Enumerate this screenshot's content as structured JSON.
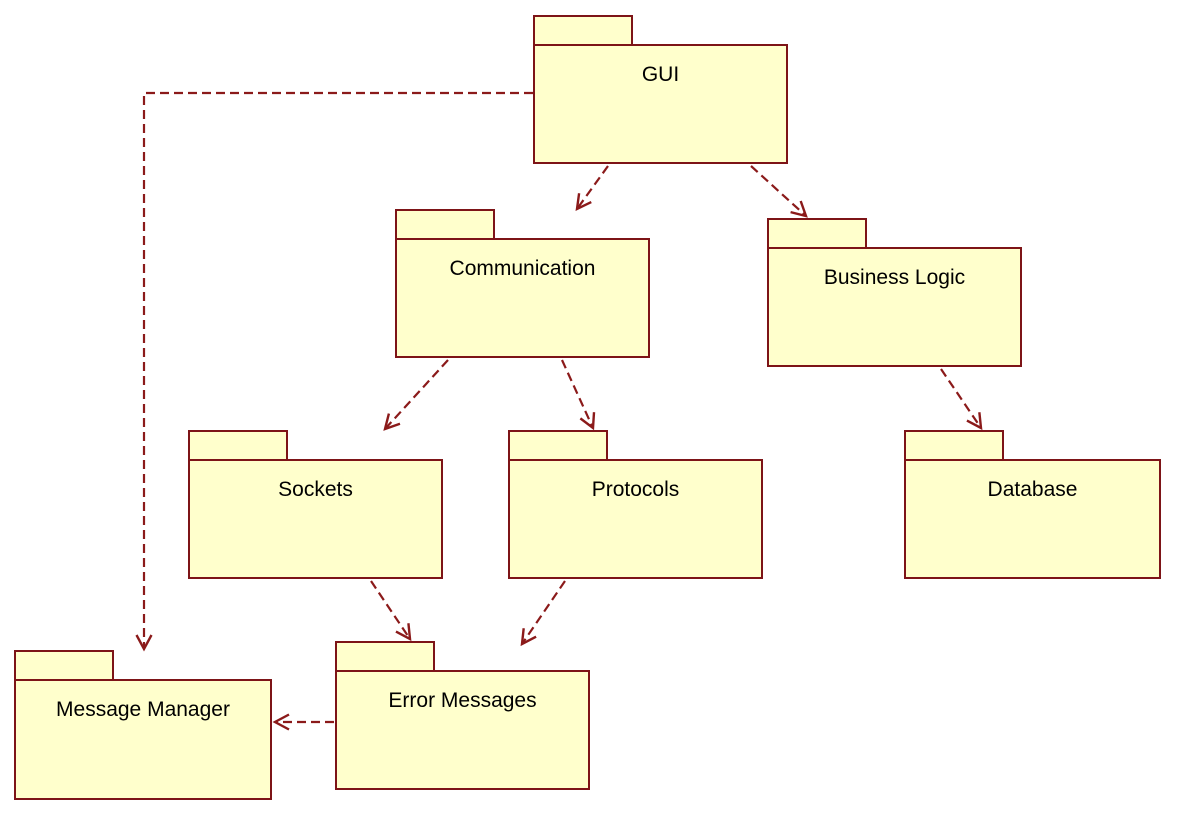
{
  "diagram": {
    "type": "uml-package-diagram",
    "background_color": "#ffffff",
    "package_fill_color": "#ffffcc",
    "package_border_color": "#7d1417",
    "arrow_color": "#8b1a1a",
    "text_color": "#000000"
  },
  "packages": [
    {
      "id": "gui",
      "label": "GUI"
    },
    {
      "id": "communication",
      "label": "Communication"
    },
    {
      "id": "business-logic",
      "label": "Business Logic"
    },
    {
      "id": "sockets",
      "label": "Sockets"
    },
    {
      "id": "protocols",
      "label": "Protocols"
    },
    {
      "id": "database",
      "label": "Database"
    },
    {
      "id": "message-manager",
      "label": "Message Manager"
    },
    {
      "id": "error-messages",
      "label": "Error Messages"
    }
  ],
  "dependencies": [
    {
      "from": "GUI",
      "to": "Communication",
      "style": "dashed-open-arrow"
    },
    {
      "from": "GUI",
      "to": "Business Logic",
      "style": "dashed-open-arrow"
    },
    {
      "from": "GUI",
      "to": "Message Manager",
      "style": "dashed-open-arrow"
    },
    {
      "from": "Communication",
      "to": "Sockets",
      "style": "dashed-open-arrow"
    },
    {
      "from": "Communication",
      "to": "Protocols",
      "style": "dashed-open-arrow"
    },
    {
      "from": "Business Logic",
      "to": "Database",
      "style": "dashed-open-arrow"
    },
    {
      "from": "Sockets",
      "to": "Error Messages",
      "style": "dashed-open-arrow"
    },
    {
      "from": "Protocols",
      "to": "Error Messages",
      "style": "dashed-open-arrow"
    },
    {
      "from": "Error Messages",
      "to": "Message Manager",
      "style": "dashed-open-arrow"
    }
  ]
}
